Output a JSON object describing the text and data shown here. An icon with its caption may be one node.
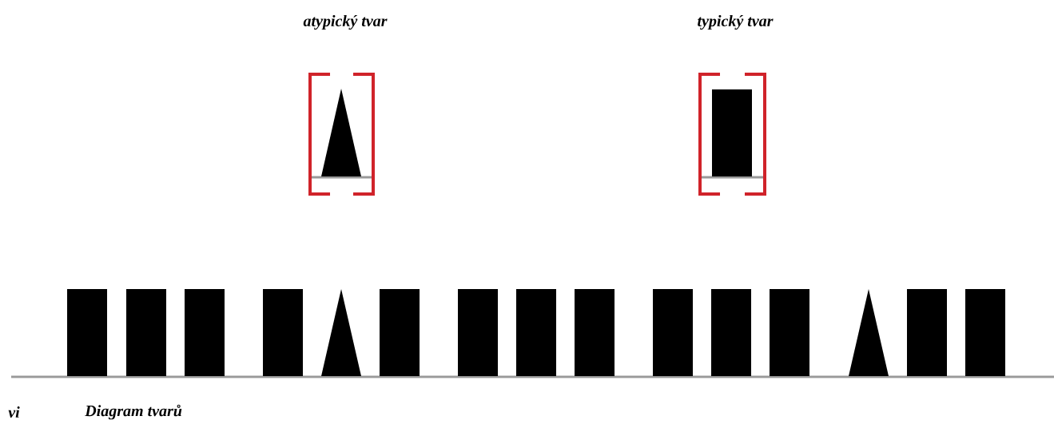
{
  "diagram": {
    "labels": [
      "atypický tvar",
      "typický tvar",
      "vi",
      "Diagram tvarů"
    ]
  }
}
